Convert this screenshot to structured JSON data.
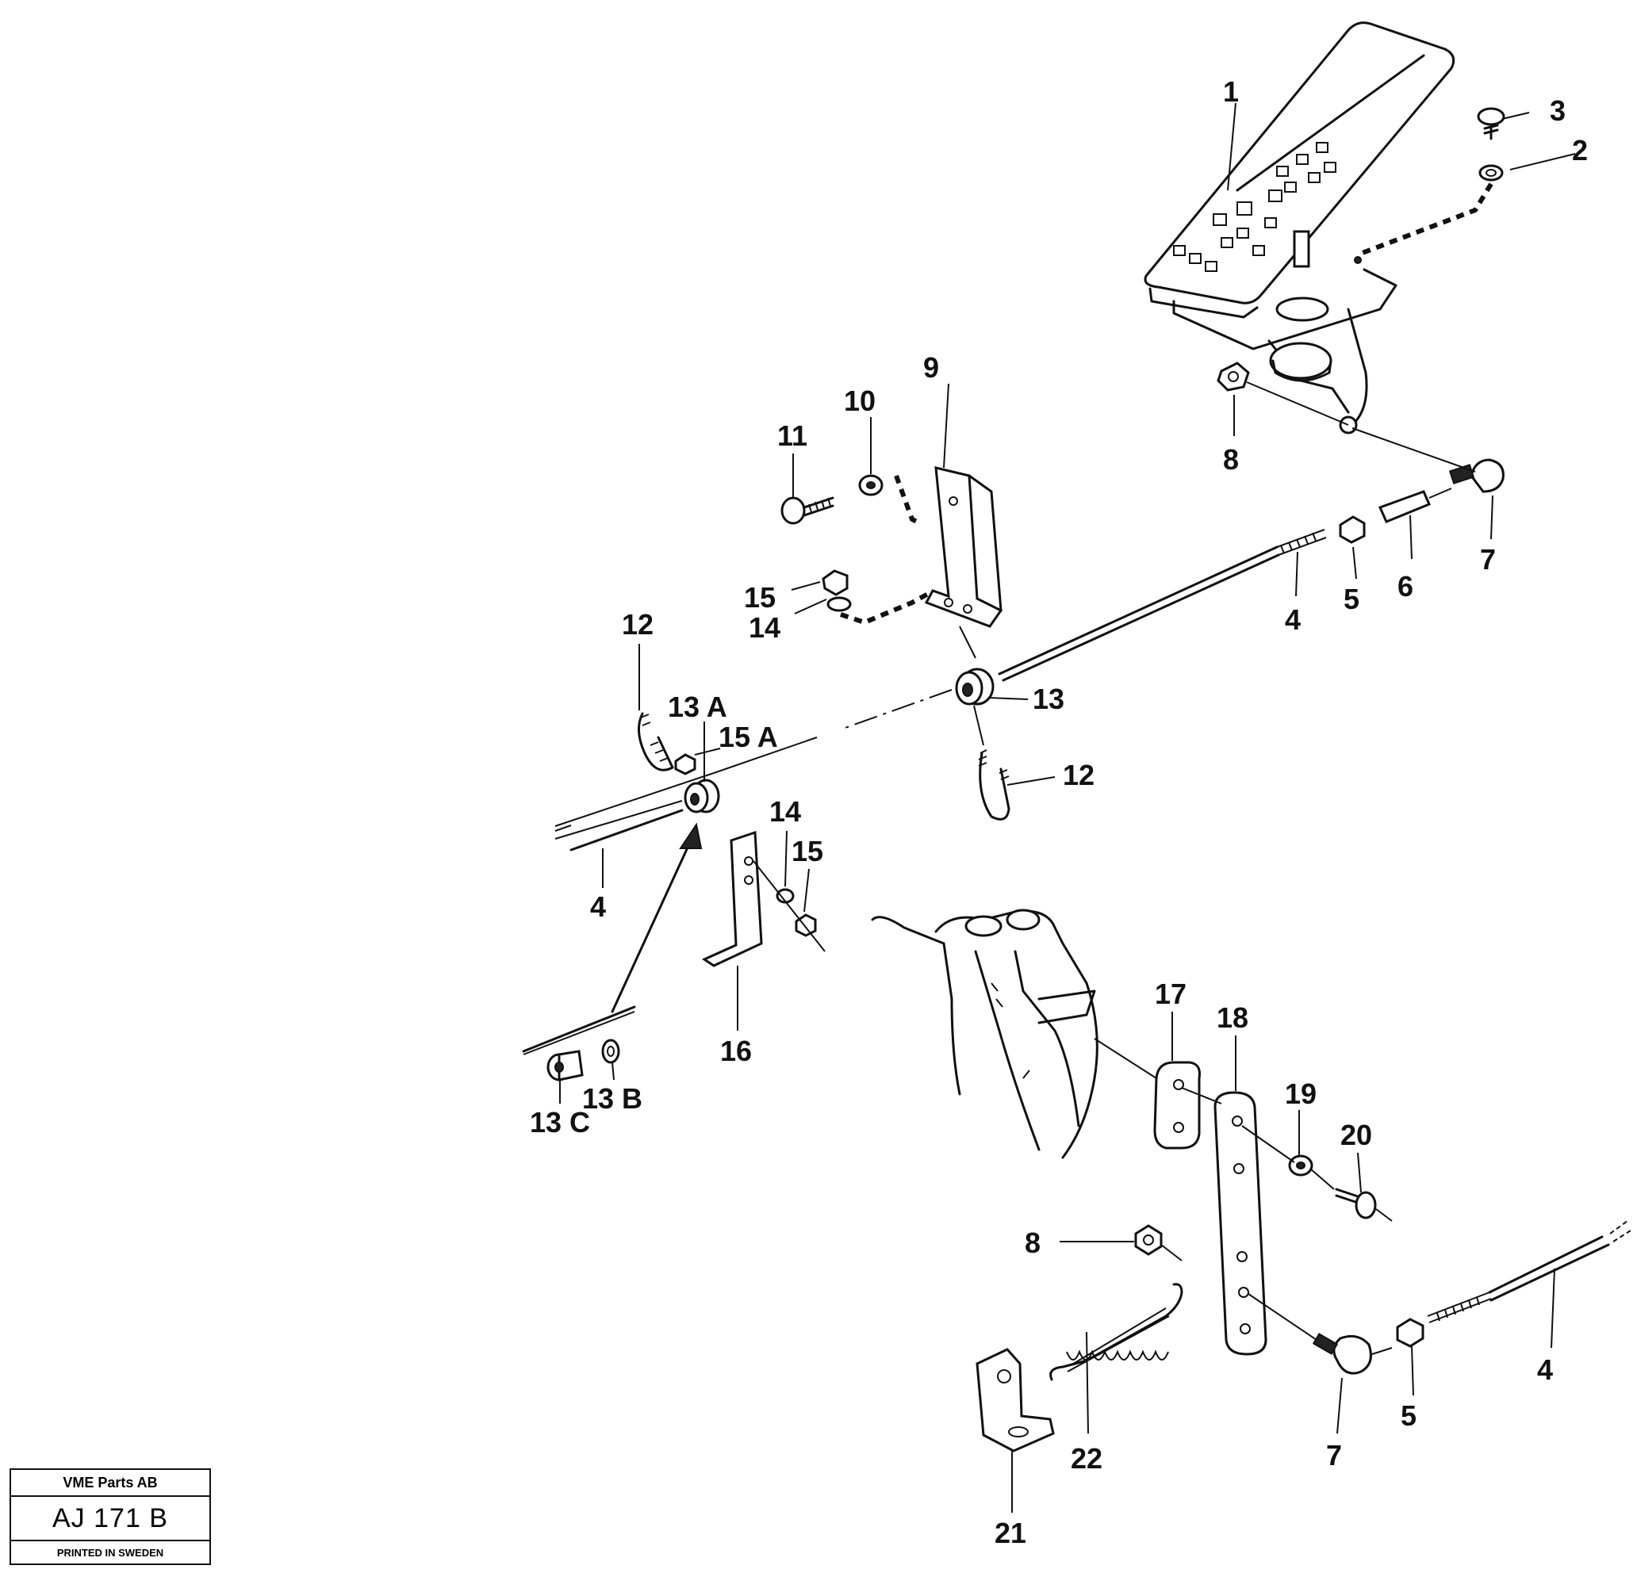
{
  "diagram": {
    "callouts": [
      {
        "id": "1",
        "label": "1"
      },
      {
        "id": "2",
        "label": "2"
      },
      {
        "id": "3",
        "label": "3"
      },
      {
        "id": "4a",
        "label": "4"
      },
      {
        "id": "4b",
        "label": "4"
      },
      {
        "id": "4c",
        "label": "4"
      },
      {
        "id": "5a",
        "label": "5"
      },
      {
        "id": "5b",
        "label": "5"
      },
      {
        "id": "6",
        "label": "6"
      },
      {
        "id": "7a",
        "label": "7"
      },
      {
        "id": "7b",
        "label": "7"
      },
      {
        "id": "8a",
        "label": "8"
      },
      {
        "id": "8b",
        "label": "8"
      },
      {
        "id": "9",
        "label": "9"
      },
      {
        "id": "10",
        "label": "10"
      },
      {
        "id": "11",
        "label": "11"
      },
      {
        "id": "12a",
        "label": "12"
      },
      {
        "id": "12b",
        "label": "12"
      },
      {
        "id": "13",
        "label": "13"
      },
      {
        "id": "13A",
        "label": "13 A"
      },
      {
        "id": "13B",
        "label": "13 B"
      },
      {
        "id": "13C",
        "label": "13 C"
      },
      {
        "id": "14a",
        "label": "14"
      },
      {
        "id": "14b",
        "label": "14"
      },
      {
        "id": "15a",
        "label": "15"
      },
      {
        "id": "15b",
        "label": "15"
      },
      {
        "id": "15A",
        "label": "15 A"
      },
      {
        "id": "16",
        "label": "16"
      },
      {
        "id": "17",
        "label": "17"
      },
      {
        "id": "18",
        "label": "18"
      },
      {
        "id": "19",
        "label": "19"
      },
      {
        "id": "20",
        "label": "20"
      },
      {
        "id": "21",
        "label": "21"
      },
      {
        "id": "22",
        "label": "22"
      }
    ]
  },
  "title_block": {
    "company": "VME Parts AB",
    "code": "AJ 171 B",
    "printed": "PRINTED IN SWEDEN"
  }
}
